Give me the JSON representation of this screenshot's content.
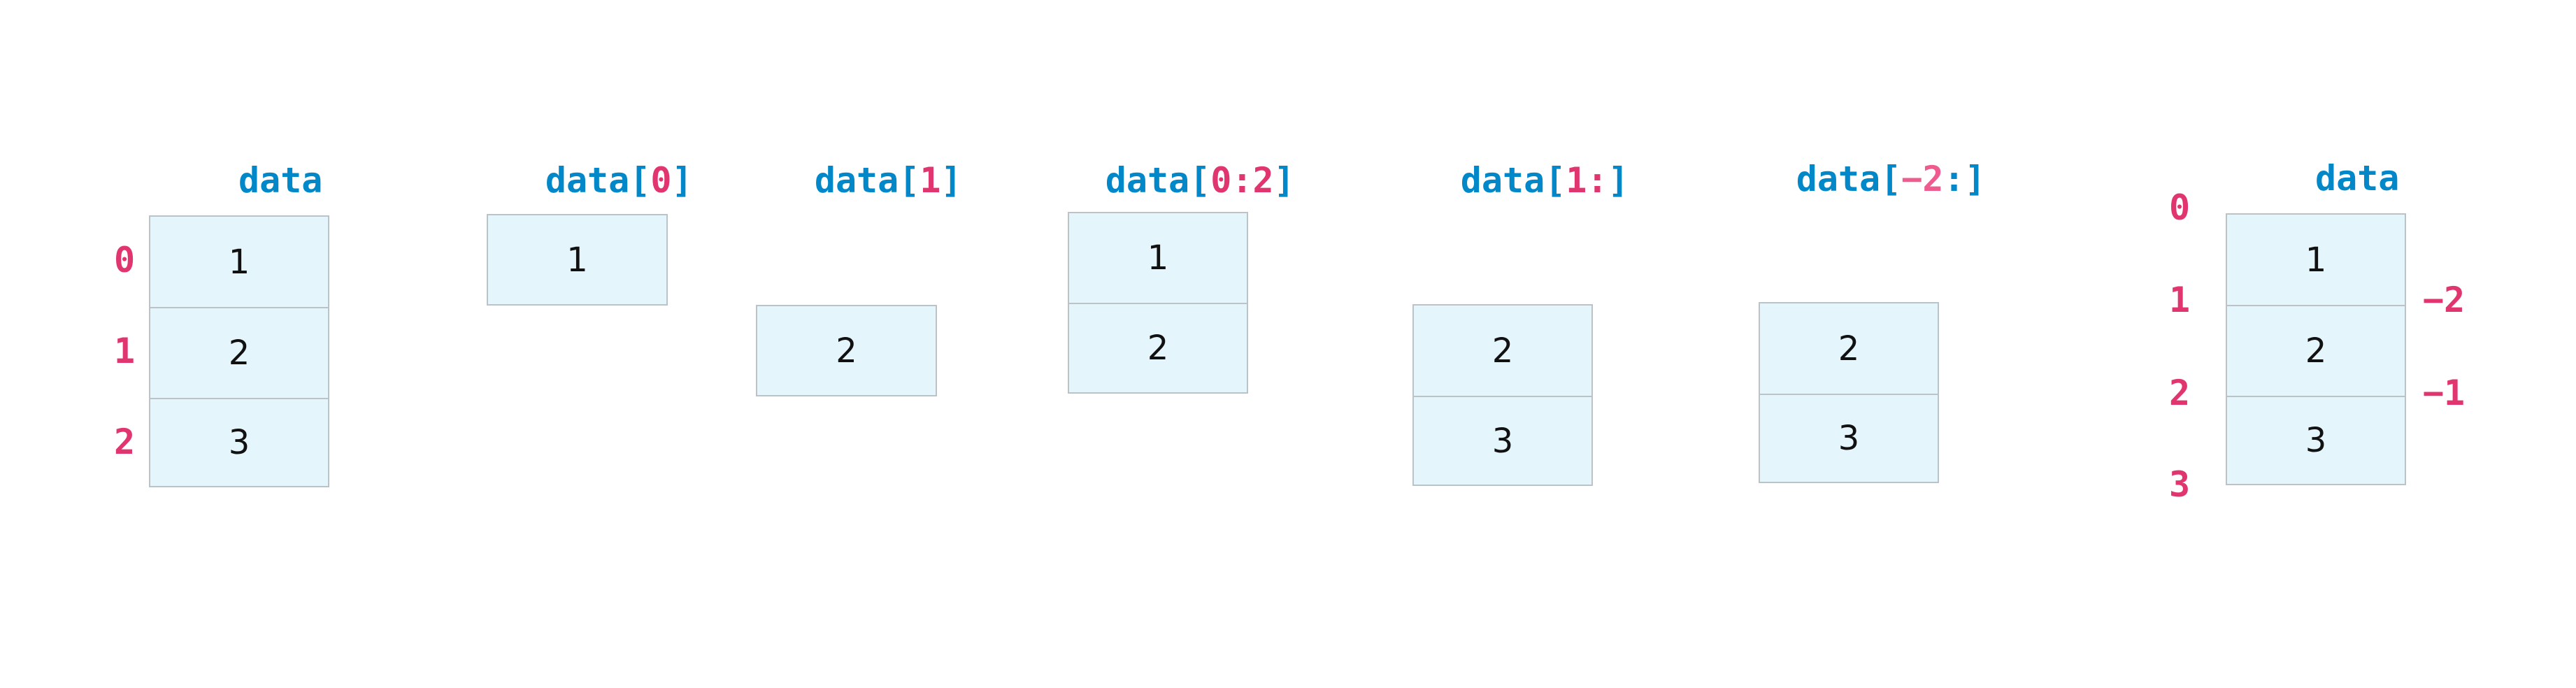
{
  "colors": {
    "title_blue": "#0288c8",
    "index_pink": "#e0356f",
    "index_pink_light": "#ef5b8e",
    "cell_fill": "#e4f5fc",
    "cell_border": "#bcc3c7",
    "cell_text": "#111111"
  },
  "panels": [
    {
      "id": "data",
      "title_parts": [
        {
          "text": "data",
          "color": "blue"
        }
      ],
      "cells": [
        "1",
        "2",
        "3"
      ],
      "left_labels": [
        "0",
        "1",
        "2"
      ]
    },
    {
      "id": "data-0",
      "title_parts": [
        {
          "text": "data[",
          "color": "blue"
        },
        {
          "text": "0",
          "color": "pink"
        },
        {
          "text": "]",
          "color": "blue"
        }
      ],
      "cells": [
        "1"
      ]
    },
    {
      "id": "data-1",
      "title_parts": [
        {
          "text": "data[",
          "color": "blue"
        },
        {
          "text": "1",
          "color": "pink"
        },
        {
          "text": "]",
          "color": "blue"
        }
      ],
      "cells": [
        "2"
      ]
    },
    {
      "id": "data-0-2",
      "title_parts": [
        {
          "text": "data[",
          "color": "blue"
        },
        {
          "text": "0:2",
          "color": "pink"
        },
        {
          "text": "]",
          "color": "blue"
        }
      ],
      "cells": [
        "1",
        "2"
      ]
    },
    {
      "id": "data-1-colon",
      "title_parts": [
        {
          "text": "data[",
          "color": "blue"
        },
        {
          "text": "1:",
          "color": "pink"
        },
        {
          "text": "]",
          "color": "blue"
        }
      ],
      "cells": [
        "2",
        "3"
      ]
    },
    {
      "id": "data-neg2-colon",
      "title_parts": [
        {
          "text": "data[",
          "color": "blue"
        },
        {
          "text": "−2",
          "color": "pink-light"
        },
        {
          "text": ":]",
          "color": "blue"
        }
      ],
      "cells": [
        "2",
        "3"
      ]
    },
    {
      "id": "data-boundaries",
      "title_parts": [
        {
          "text": "data",
          "color": "blue"
        }
      ],
      "cells": [
        "1",
        "2",
        "3"
      ],
      "left_boundary_labels": [
        "0",
        "1",
        "2",
        "3"
      ],
      "right_boundary_labels": [
        "−2",
        "−1"
      ]
    }
  ]
}
